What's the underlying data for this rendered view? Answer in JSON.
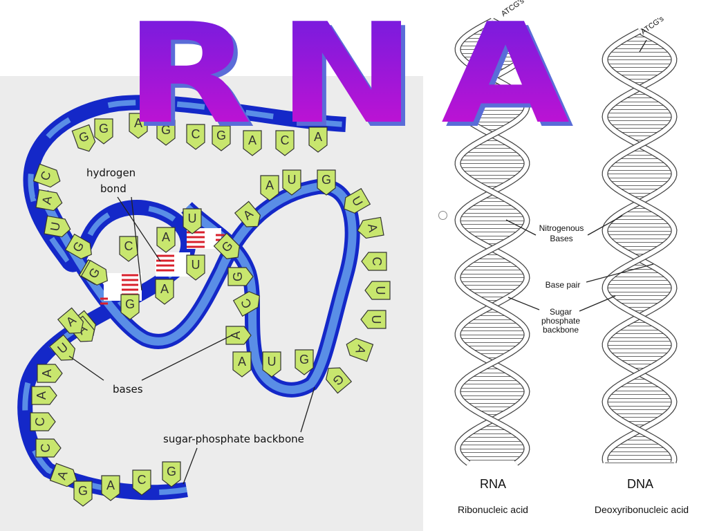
{
  "title": "RNA",
  "left_diagram": {
    "labels": {
      "hydrogen_bond": [
        "hydrogen",
        "bond"
      ],
      "bases": "bases",
      "backbone": "sugar-phosphate backbone"
    },
    "bases": [
      "G",
      "A",
      "G",
      "C",
      "G",
      "A",
      "C",
      "A",
      "G",
      "C",
      "A",
      "U",
      "G",
      "A",
      "G",
      "U",
      "A",
      "A",
      "C",
      "C",
      "A",
      "G",
      "A",
      "C",
      "G",
      "C",
      "A",
      "U",
      "G",
      "U",
      "A",
      "C",
      "U",
      "U",
      "A",
      "G",
      "G",
      "A",
      "U",
      "G",
      "A",
      "A",
      "U",
      "U",
      "G",
      "C",
      "A",
      "G",
      "A",
      "A",
      "A",
      "G"
    ],
    "colors": {
      "backbone_dark": "#1428c8",
      "backbone_light": "#5a8ee6",
      "base_fill": "#c8e66e",
      "hbond": "#d8202c"
    }
  },
  "right_diagram": {
    "labels": {
      "atcg_left": "ATCG's",
      "atcg_right": "ATCG's",
      "nitrogenous": [
        "Nitrogenous",
        "Bases"
      ],
      "base_pair": "Base pair",
      "sugar": [
        "Sugar",
        "phosphate",
        "backbone"
      ],
      "rna_short": "RNA",
      "rna_long": "Ribonucleic acid",
      "dna_short": "DNA",
      "dna_long": "Deoxyribonucleic acid"
    }
  },
  "colors": {
    "title_top": "#6a1ee0",
    "title_bottom": "#d010d0",
    "title_shadow": "#5a6cd8"
  }
}
